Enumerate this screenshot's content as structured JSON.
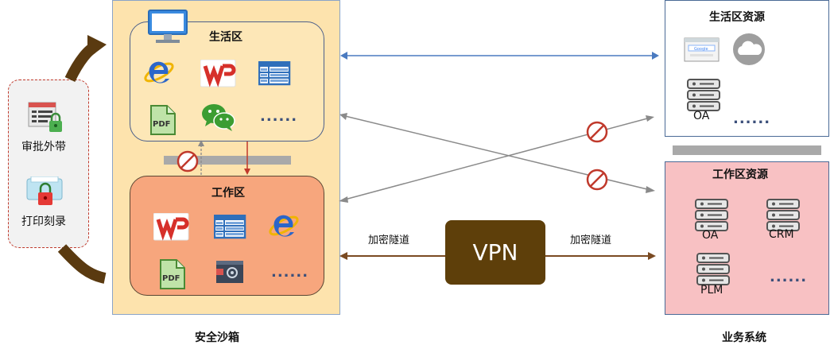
{
  "left_panel": {
    "approval_label": "审批外带",
    "print_label": "打印刻录"
  },
  "sandbox": {
    "caption": "安全沙箱",
    "life_zone": {
      "title": "生活区",
      "more": "......"
    },
    "work_zone": {
      "title": "工作区",
      "more": "......"
    }
  },
  "business": {
    "caption": "业务系统",
    "life_resources": {
      "title": "生活区资源",
      "oa": "OA",
      "more": "......"
    },
    "work_resources": {
      "title": "工作区资源",
      "oa": "OA",
      "crm": "CRM",
      "plm": "PLM",
      "more": "......"
    }
  },
  "tunnel": {
    "vpn": "VPN",
    "left_label": "加密隧道",
    "right_label": "加密隧道"
  },
  "icons": {
    "browser": "google-browser-icon",
    "cloud": "cloud-icon",
    "server": "server-icon",
    "ie": "ie-browser-icon",
    "wps": "wps-office-icon",
    "sheet": "spreadsheet-icon",
    "pdf": "pdf-icon",
    "wechat": "wechat-icon",
    "monitor": "monitor-icon",
    "forbid": "forbidden-icon"
  },
  "colors": {
    "sandbox_bg": "#fde3ad",
    "work_zone": "#f7a67d",
    "work_resources": "#f8c1c3",
    "vpn": "#5e3f0a",
    "blue_arrow": "#4a7ac0",
    "gray_arrow": "#8a8a8a",
    "brown_arrow": "#7a4a22"
  }
}
